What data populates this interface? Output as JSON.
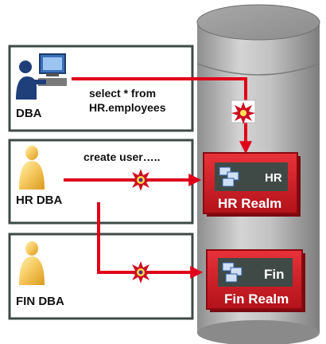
{
  "actors": {
    "dba": {
      "label": "DBA",
      "icon": "computer-user-icon"
    },
    "hr_dba": {
      "label": "HR DBA",
      "icon": "person-icon"
    },
    "fin_dba": {
      "label": "FIN DBA",
      "icon": "person-icon"
    }
  },
  "commands": {
    "select_line1": "select * from",
    "select_line2": "HR.employees",
    "create_user": "create user….."
  },
  "realms": {
    "hr": {
      "tag": "HR",
      "name": "HR Realm",
      "icon": "tables-icon"
    },
    "fin": {
      "tag": "Fin",
      "name": "Fin Realm",
      "icon": "tables-icon"
    }
  },
  "colors": {
    "arrow": "#e0001a",
    "realm_red": "#d01820",
    "realm_dark": "#8a0a10",
    "panel_tag": "#3f4a46",
    "cylinder": "#b9b9b9",
    "person": "#f0b640",
    "blocked_burst": "#cc1020"
  }
}
